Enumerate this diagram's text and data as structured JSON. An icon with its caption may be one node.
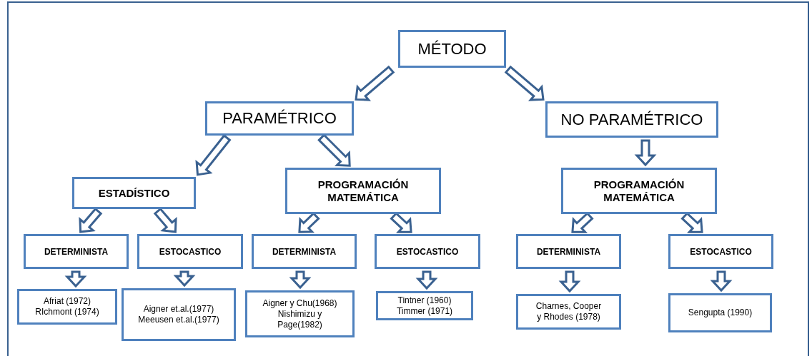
{
  "diagram": {
    "nodes": [
      {
        "text": [
          "MÉTODO"
        ]
      },
      {
        "text": [
          "PARAMÉTRICO"
        ]
      },
      {
        "text": [
          "NO PARAMÉTRICO"
        ]
      },
      {
        "text": [
          "ESTADÍSTICO"
        ]
      },
      {
        "text": [
          "PROGRAMACIÓN MATEMÁTICA"
        ]
      },
      {
        "text": [
          "PROGRAMACIÓN MATEMÁTICA"
        ]
      },
      {
        "text": [
          "DETERMINISTA"
        ]
      },
      {
        "text": [
          "ESTOCASTICO"
        ]
      },
      {
        "text": [
          "DETERMINISTA"
        ]
      },
      {
        "text": [
          "ESTOCASTICO"
        ]
      },
      {
        "text": [
          "DETERMINISTA"
        ]
      },
      {
        "text": [
          "ESTOCASTICO"
        ]
      },
      {
        "text": [
          "Afriat (1972) RIchmont (1974)"
        ]
      },
      {
        "text": [
          "Aigner et.al.(1977) Meeusen et.al.(1977)"
        ]
      },
      {
        "text": [
          "Aigner y Chu(1968) Nishimizu y Page(1982)"
        ]
      },
      {
        "text": [
          "Tintner (1960) Timmer (1971)"
        ]
      },
      {
        "text": [
          "Charnes, Cooper y Rhodes (1978)"
        ]
      },
      {
        "text": [
          "Sengupta (1990)"
        ]
      }
    ],
    "edges": [
      {
        "from": 0,
        "to": 1,
        "arrow": "to"
      },
      {
        "from": 0,
        "to": 2,
        "arrow": "to"
      },
      {
        "from": 1,
        "to": 3,
        "arrow": "to"
      },
      {
        "from": 1,
        "to": 4,
        "arrow": "to"
      },
      {
        "from": 2,
        "to": 5,
        "arrow": "to"
      },
      {
        "from": 3,
        "to": 6,
        "arrow": "to"
      },
      {
        "from": 3,
        "to": 7,
        "arrow": "to"
      },
      {
        "from": 4,
        "to": 8,
        "arrow": "to"
      },
      {
        "from": 4,
        "to": 9,
        "arrow": "to"
      },
      {
        "from": 5,
        "to": 10,
        "arrow": "to"
      },
      {
        "from": 5,
        "to": 11,
        "arrow": "to"
      },
      {
        "from": 6,
        "to": 12,
        "arrow": "to"
      },
      {
        "from": 7,
        "to": 13,
        "arrow": "to"
      },
      {
        "from": 8,
        "to": 14,
        "arrow": "to"
      },
      {
        "from": 9,
        "to": 15,
        "arrow": "to"
      },
      {
        "from": 10,
        "to": 16,
        "arrow": "to"
      },
      {
        "from": 11,
        "to": 17,
        "arrow": "to"
      }
    ]
  }
}
